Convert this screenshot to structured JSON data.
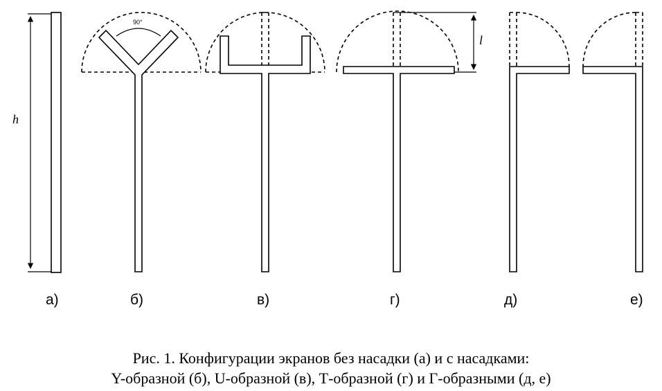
{
  "figure": {
    "dimensions": {
      "height_label": "h",
      "length_label": "l",
      "angle_label": "90°"
    },
    "subfigures": [
      {
        "id": "a",
        "label": "а)"
      },
      {
        "id": "b",
        "label": "б)"
      },
      {
        "id": "v",
        "label": "в)"
      },
      {
        "id": "g",
        "label": "г)"
      },
      {
        "id": "d",
        "label": "д)"
      },
      {
        "id": "e",
        "label": "е)"
      }
    ],
    "caption": {
      "line1": "Рис. 1. Конфигурации экранов без насадки (а) и с насадками:",
      "line2": "Y-образной (б), U-образной (в), Т-образной (г) и Г-образными (д, е)"
    }
  }
}
